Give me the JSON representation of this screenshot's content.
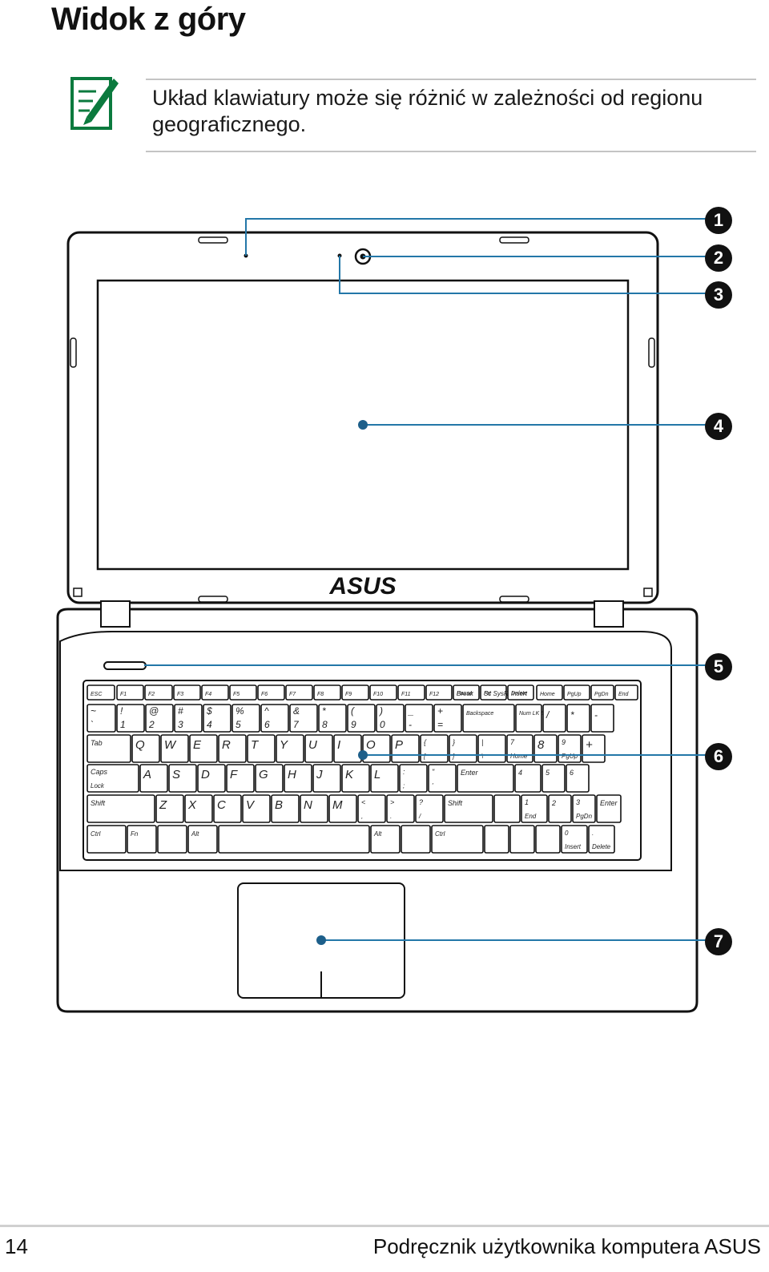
{
  "title": "Widok z góry",
  "note": {
    "icon": "note-pencil-icon",
    "icon_color": "#0b7a3e",
    "text": "Układ klawiatury może się różnić w zależności od regionu geograficznego."
  },
  "diagram": {
    "logo": "ASUS",
    "callouts": [
      "1",
      "2",
      "3",
      "4",
      "5",
      "6",
      "7"
    ],
    "keys": {
      "fn_row": [
        "ESC",
        "F1",
        "F2",
        "F3",
        "F4",
        "F5",
        "F6",
        "F7",
        "F8",
        "F9",
        "F10",
        "F11",
        "F12",
        "Pause Break",
        "Prt Sc SysRq",
        "Delete Insert",
        "Home",
        "PgUp",
        "PgDn",
        "End"
      ],
      "num_row": [
        [
          "~",
          "`"
        ],
        [
          "!",
          "1"
        ],
        [
          "@",
          "2"
        ],
        [
          "#",
          "3"
        ],
        [
          "$",
          "4"
        ],
        [
          "%",
          "5"
        ],
        [
          "^",
          "6"
        ],
        [
          "&",
          "7"
        ],
        [
          "*",
          "8"
        ],
        [
          "(",
          "9"
        ],
        [
          ")",
          "0"
        ],
        [
          "_",
          "-"
        ],
        [
          "+",
          "="
        ],
        [
          "Backspace",
          ""
        ],
        [
          "Num LK Scr LK",
          ""
        ],
        [
          "/",
          ""
        ],
        [
          "*",
          ""
        ],
        [
          "-",
          ""
        ]
      ],
      "qwerty_row": [
        "Tab",
        "Q",
        "W",
        "E",
        "R",
        "T",
        "Y",
        "U",
        "I",
        "O",
        "P",
        "{ [",
        "} ]",
        "| \\",
        "7 Home",
        "8",
        "9 PgUp",
        "+"
      ],
      "asdf_row": [
        "Caps Lock",
        "A",
        "S",
        "D",
        "F",
        "G",
        "H",
        "J",
        "K",
        "L",
        ": ;",
        "\" '",
        "Enter",
        "4",
        "5",
        "6"
      ],
      "zxcv_row": [
        "Shift",
        "Z",
        "X",
        "C",
        "V",
        "B",
        "N",
        "M",
        "< ,",
        "> .",
        "? /",
        "Shift",
        "",
        "1 End",
        "2",
        "3 PgDn",
        "Enter"
      ],
      "bottom_row": [
        "Ctrl",
        "Fn",
        "",
        "Alt",
        "",
        "Alt",
        "",
        "Ctrl",
        "",
        "",
        "",
        "0 Insert",
        ". Delete"
      ]
    }
  },
  "footer": {
    "page_number": "14",
    "text": "Podręcznik użytkownika komputera ASUS"
  }
}
